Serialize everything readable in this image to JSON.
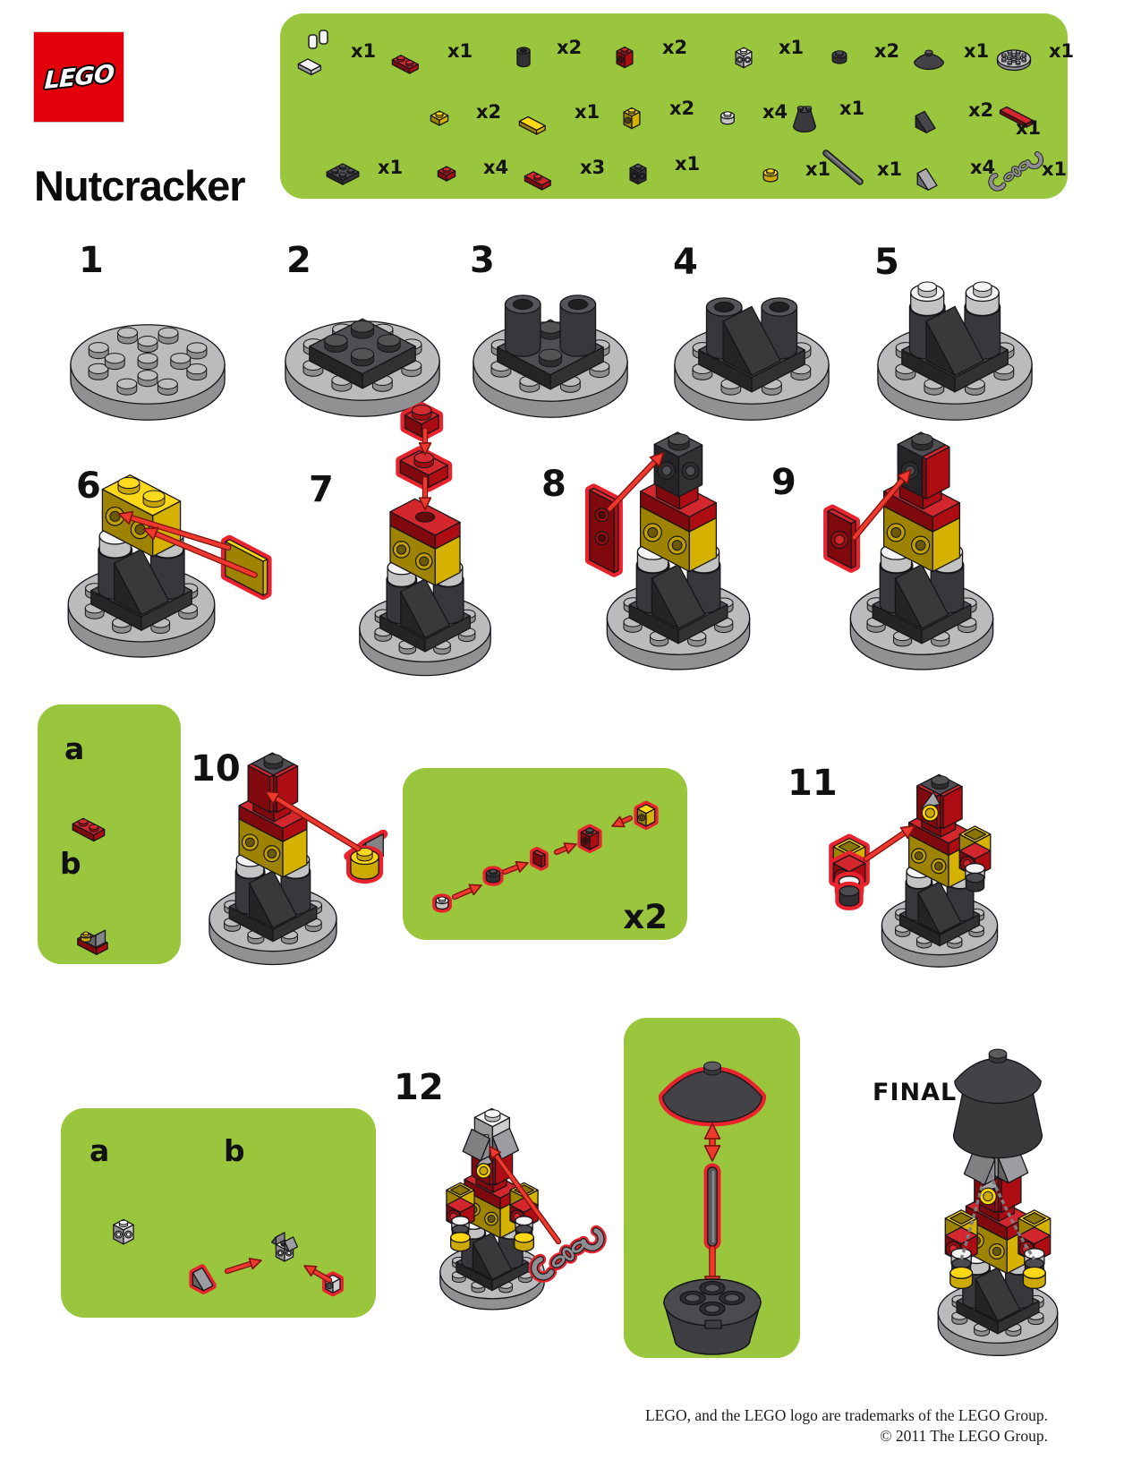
{
  "header": {
    "logo_text": "LEGO",
    "title": "Nutcracker"
  },
  "parts_list": {
    "rows": [
      {
        "items": [
          {
            "icon": "white-bracket-plate",
            "qty": "x1"
          },
          {
            "icon": "red-1x2-plate",
            "qty": "x1"
          },
          {
            "icon": "black-round-brick",
            "qty": "x2"
          },
          {
            "icon": "red-headlight-brick",
            "qty": "x2"
          },
          {
            "icon": "white-brick-4-side-studs",
            "qty": "x1"
          },
          {
            "icon": "black-round-plate",
            "qty": "x2"
          },
          {
            "icon": "black-dish",
            "qty": "x1"
          },
          {
            "icon": "gray-round-plate",
            "qty": "x1"
          }
        ]
      },
      {
        "items": [
          {
            "icon": "yellow-1x1-plate",
            "qty": "x2"
          },
          {
            "icon": "yellow-1x2-tile",
            "qty": "x1"
          },
          {
            "icon": "yellow-headlight-brick",
            "qty": "x2"
          },
          {
            "icon": "white-round-plate",
            "qty": "x4"
          },
          {
            "icon": "black-cone",
            "qty": "x1"
          },
          {
            "icon": "dark-slope",
            "qty": "x2"
          },
          {
            "icon": "red-1x4-tile",
            "qty": "x1"
          }
        ]
      },
      {
        "items": [
          {
            "icon": "dark-2x2-plate",
            "qty": "x1"
          },
          {
            "icon": "red-1x1-plate",
            "qty": "x4"
          },
          {
            "icon": "red-jumper-plate",
            "qty": "x3"
          },
          {
            "icon": "dark-brick-4-side-studs",
            "qty": "x1"
          },
          {
            "icon": "yellow-round-plate",
            "qty": "x1"
          },
          {
            "icon": "dark-bar",
            "qty": "x1"
          },
          {
            "icon": "gray-slope",
            "qty": "x4"
          },
          {
            "icon": "chain-with-hooks",
            "qty": "x1"
          }
        ]
      }
    ]
  },
  "steps": {
    "n1": "1",
    "n2": "2",
    "n3": "3",
    "n4": "4",
    "n5": "5",
    "n6": "6",
    "n7": "7",
    "n8": "8",
    "n9": "9",
    "n10": "10",
    "n11": "11",
    "n12": "12"
  },
  "callouts": {
    "sub1_a": "a",
    "sub1_b": "b",
    "sub2_a": "a",
    "sub2_b": "b",
    "x2_label": "x2",
    "final_label": "FINAL"
  },
  "footer": {
    "line1": "LEGO, and the LEGO logo are trademarks of the LEGO Group.",
    "line2": "© 2011 The LEGO Group."
  },
  "colors": {
    "green": "#9ac63d",
    "red": "#cf1016",
    "yellow": "#ffd400",
    "highlight": "#e8232d"
  }
}
